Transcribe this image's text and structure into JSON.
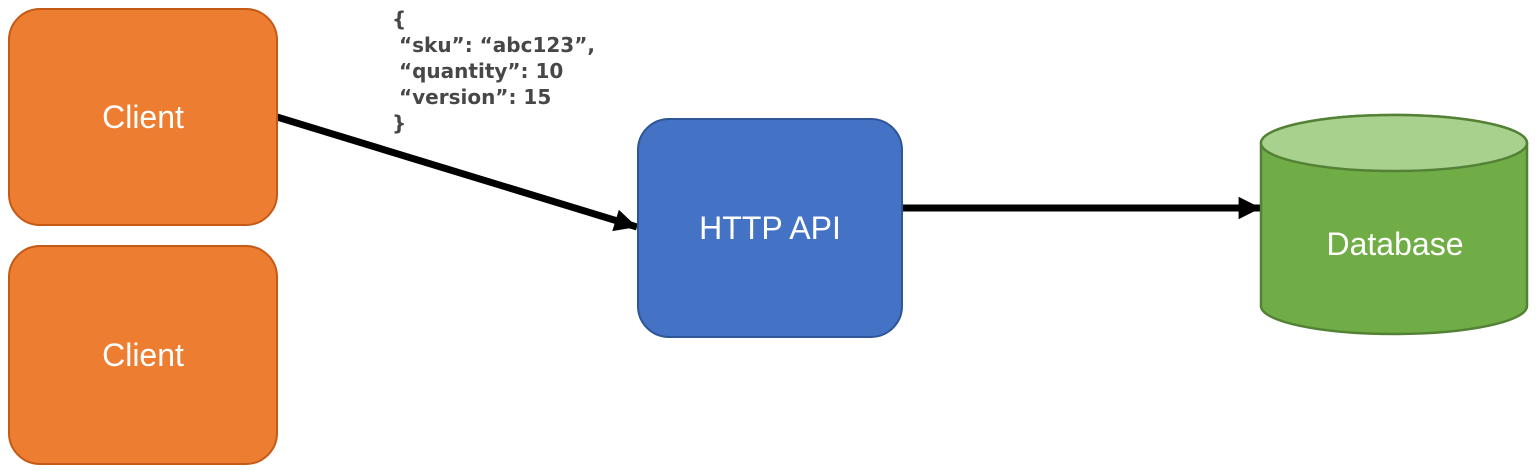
{
  "diagram": {
    "nodes": {
      "client1": {
        "label": "Client"
      },
      "client2": {
        "label": "Client"
      },
      "api": {
        "label": "HTTP API"
      },
      "database": {
        "label": "Database"
      }
    },
    "annotation": {
      "payload": "{\n “sku”: “abc123”,\n “quantity”: 10\n “version”: 15\n}"
    },
    "colors": {
      "client_fill": "#ED7D31",
      "client_border": "#C45A16",
      "api_fill": "#4472C4",
      "api_border": "#2F5597",
      "database_body": "#70AD47",
      "database_top": "#A9D18E",
      "database_border": "#538135",
      "arrow": "#000000",
      "node_text": "#FFFFFF",
      "annotation_text": "#474747"
    }
  }
}
